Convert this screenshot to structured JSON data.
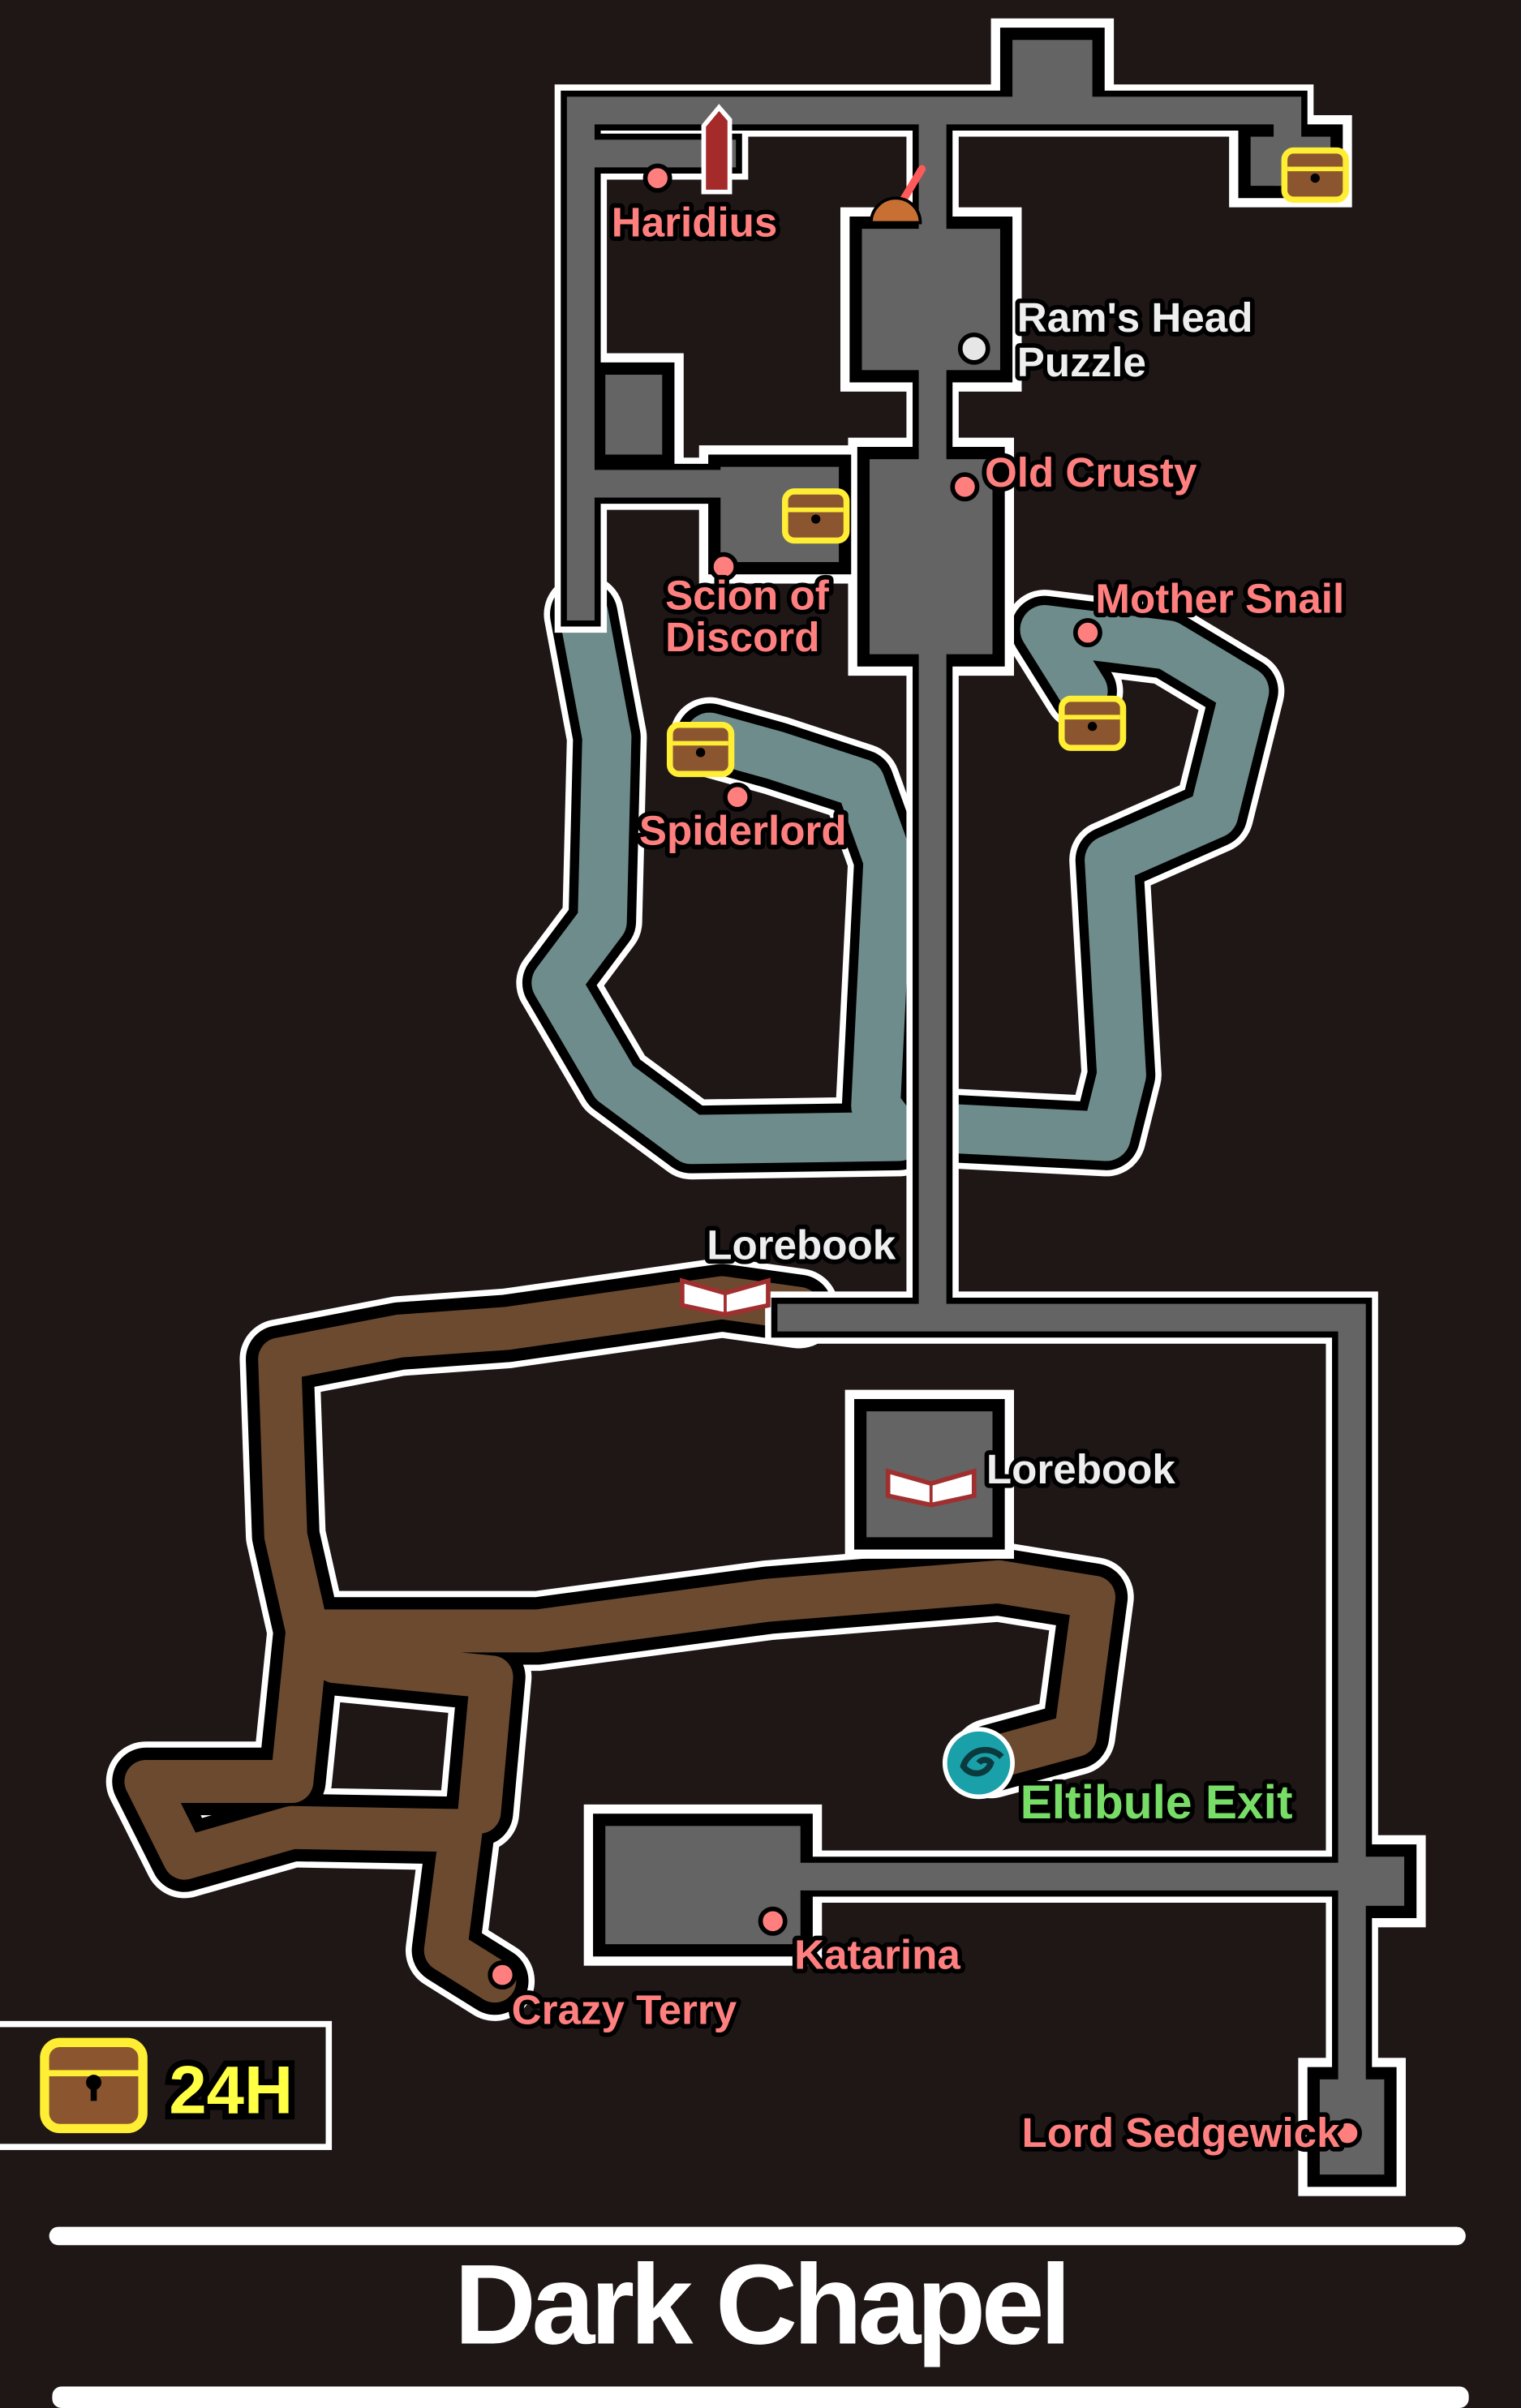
{
  "map": {
    "title": "Dark Chapel",
    "colors": {
      "background": "#1e1716",
      "corridor": "#646464",
      "cave_water": "#6f8c8c",
      "cave_dirt": "#6b4a30",
      "npc_label": "#ff7f7f",
      "exit_label": "#77dd66",
      "chest_outline": "#ffff44"
    },
    "labels": [
      {
        "text": "Haridius",
        "type": "npc"
      },
      {
        "text": "Ram's Head",
        "type": "puzzle"
      },
      {
        "text": "Puzzle",
        "type": "puzzle"
      },
      {
        "text": "Old Crusty",
        "type": "npc"
      },
      {
        "text": "Mother Snail",
        "type": "npc"
      },
      {
        "text": "Scion of",
        "type": "npc"
      },
      {
        "text": "Discord",
        "type": "npc"
      },
      {
        "text": "Spiderlord",
        "type": "npc"
      },
      {
        "text": "Lorebook",
        "type": "lorebook"
      },
      {
        "text": "Lorebook",
        "type": "lorebook"
      },
      {
        "text": "Eltibule Exit",
        "type": "exit"
      },
      {
        "text": "Katarina",
        "type": "npc"
      },
      {
        "text": "Crazy Terry",
        "type": "npc"
      },
      {
        "text": "Lord Sedgewick",
        "type": "npc"
      }
    ],
    "legend": {
      "icon": "treasure-chest-icon",
      "text": "24H"
    }
  }
}
